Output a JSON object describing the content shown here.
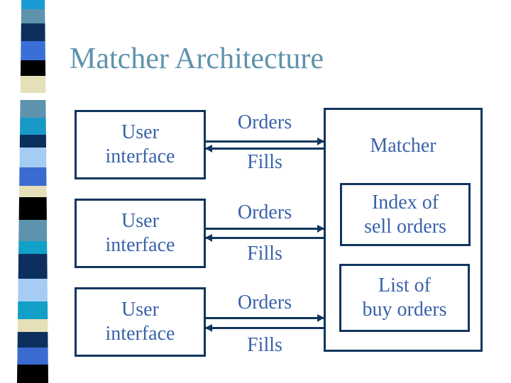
{
  "slide": {
    "title": "Matcher Architecture"
  },
  "colors": {
    "background": "#ffffff",
    "title_color": "#5e93ad",
    "box_border": "#11355e",
    "box_text": "#3a62aa",
    "arrow_color": "#11355e"
  },
  "diagram": {
    "user_interfaces": [
      {
        "label": "User\ninterface"
      },
      {
        "label": "User\ninterface"
      },
      {
        "label": "User\ninterface"
      }
    ],
    "matcher": {
      "label": "Matcher",
      "children": [
        {
          "label": "Index of\nsell orders"
        },
        {
          "label": "List of\nbuy orders"
        }
      ]
    },
    "connections": [
      {
        "orders_label": "Orders",
        "fills_label": "Fills"
      },
      {
        "orders_label": "Orders",
        "fills_label": "Fills"
      },
      {
        "orders_label": "Orders",
        "fills_label": "Fills"
      }
    ]
  },
  "decorative_strip": {
    "segments": [
      {
        "color": "#1b9bd4",
        "h": 13
      },
      {
        "color": "#5e93ad",
        "h": 20
      },
      {
        "color": "#0d2f5e",
        "h": 25
      },
      {
        "color": "#3a6fd8",
        "h": 27
      },
      {
        "color": "#000000",
        "h": 22
      },
      {
        "color": "#e5e0b8",
        "h": 24
      },
      {
        "color": "#ffffff",
        "h": 10
      },
      {
        "color": "#5e93ad",
        "h": 25
      },
      {
        "color": "#1899c8",
        "h": 24
      },
      {
        "color": "#0d2f5e",
        "h": 18
      },
      {
        "color": "#a5cdf4",
        "h": 28
      },
      {
        "color": "#3a6bd0",
        "h": 26
      },
      {
        "color": "#e5e0b8",
        "h": 16
      },
      {
        "color": "#000000",
        "h": 32
      },
      {
        "color": "#5e93ad",
        "h": 30
      },
      {
        "color": "#129fc8",
        "h": 18
      },
      {
        "color": "#0d2f5e",
        "h": 35
      },
      {
        "color": "#a5cdf4",
        "h": 32
      },
      {
        "color": "#129fc8",
        "h": 25
      },
      {
        "color": "#e5e0b8",
        "h": 18
      },
      {
        "color": "#0d2f5e",
        "h": 22
      },
      {
        "color": "#3a6bd0",
        "h": 24
      },
      {
        "color": "#000000",
        "h": 26
      }
    ]
  }
}
